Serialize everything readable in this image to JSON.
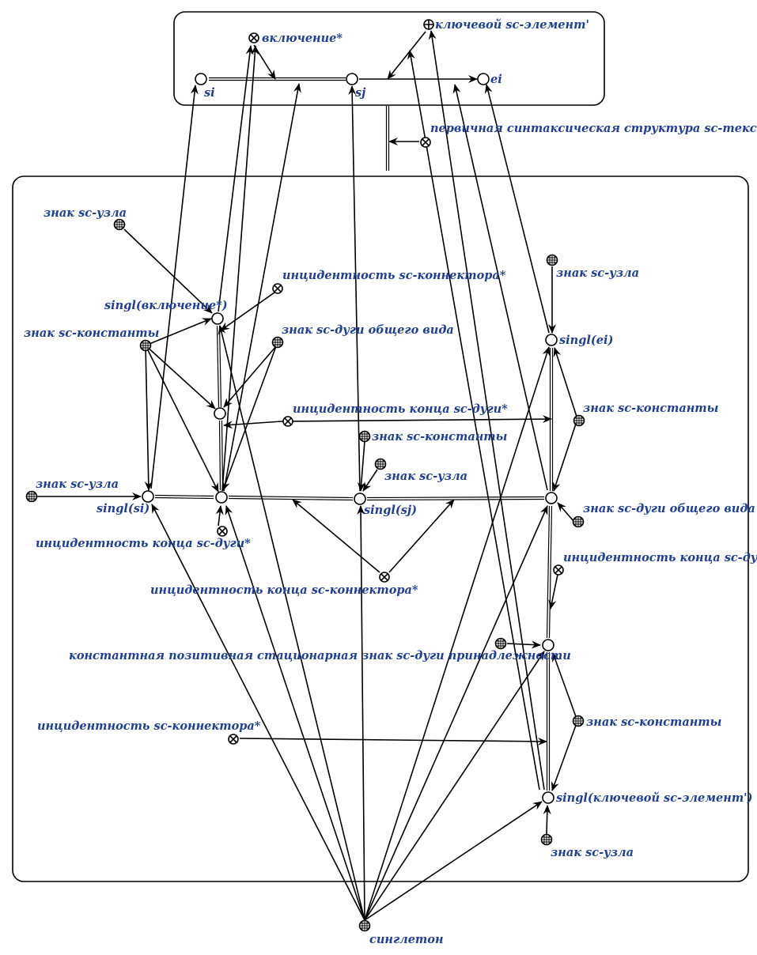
{
  "labels": {
    "inclusion": "включение*",
    "key_element": "ключевой sc-элемент'",
    "si": "si",
    "sj": "sj",
    "ei": "ei",
    "primary_structure": "первичная синтаксическая структура sc-текста*",
    "node_sign_tl": "знак sc-узла",
    "node_sign_right": "знак sc-узла",
    "singl_inclusion": "singl(включение*)",
    "connector_incidence_top": "инцидентность sc-коннектора*",
    "constant_sign_left": "знак sc-константы",
    "general_arc_sign_mid": "знак sc-дуги общего вида",
    "singl_ei": "singl(ei)",
    "arc_end_incidence_mid": "инцидентность конца sc-дуги*",
    "constant_sign_right": "знак sc-константы",
    "constant_sign_center": "знак sc-константы",
    "node_sign_center": "знак sc-узла",
    "node_sign_left": "знак sc-узла",
    "singl_si": "singl(si)",
    "singl_sj": "singl(sj)",
    "general_arc_sign_right": "знак sc-дуги общего вида",
    "arc_end_incidence_left": "инцидентность конца sc-дуги*",
    "arc_end_incidence_right": "инцидентность конца sc-дуги*",
    "connector_end_incidence": "инцидентность конца sc-коннектора*",
    "membership_arc": "константная позитивная стационарная знак sc-дуги принадлежности",
    "connector_incidence_bottom": "инцидентность sc-коннектора*",
    "constant_sign_bottom": "знак sc-константы",
    "singl_key_element": "singl(ключевой sc-элемент')",
    "node_sign_bottom": "знак sc-узла",
    "singleton": "синглетон"
  }
}
